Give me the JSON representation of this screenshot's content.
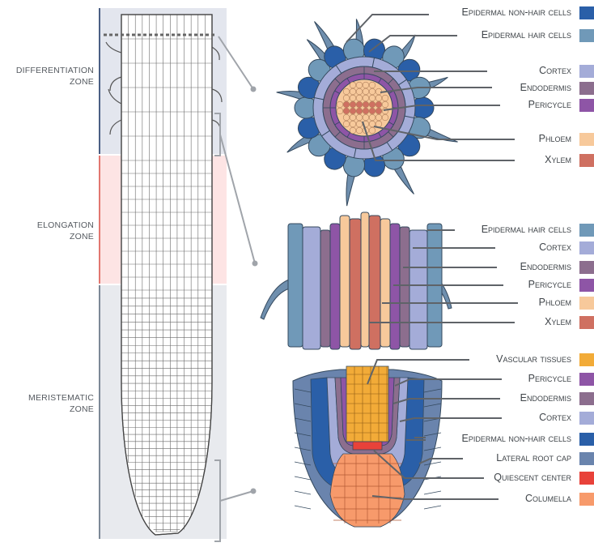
{
  "zones": [
    {
      "id": "differentiation",
      "lines": [
        "DIFFERENTIATION",
        "ZONE"
      ]
    },
    {
      "id": "elongation",
      "lines": [
        "ELONGATION",
        "ZONE"
      ]
    },
    {
      "id": "meristematic",
      "lines": [
        "MERISTEMATIC",
        "ZONE"
      ]
    }
  ],
  "colors": {
    "epidermal_non_hair": "#2a5fa8",
    "epidermal_hair": "#7099b8",
    "cortex": "#a4acd8",
    "endodermis": "#8c6e8e",
    "pericycle": "#8e55a6",
    "phloem": "#f7c99b",
    "xylem": "#cf7061",
    "vascular_tissues": "#f2ab38",
    "lateral_root_cap": "#6a84ad",
    "quiescent_center": "#e8423a",
    "columella": "#f79a6b",
    "zone_diff_bg": "#e3e6ee",
    "zone_elong_bg": "#fde4e4",
    "zone_mer_bg": "#e8eaee",
    "zone_diff_bar": "#4a5e84",
    "zone_elong_bar": "#e2776f",
    "zone_mer_bar": "#7c8896"
  },
  "legends": {
    "cross_section": [
      {
        "label": "Epidermal non-hair cells",
        "color": "#2a5fa8"
      },
      {
        "label": "Epidermal hair cells",
        "color": "#7099b8"
      },
      {
        "label": "Cortex",
        "color": "#a4acd8"
      },
      {
        "label": "Endodermis",
        "color": "#8c6e8e"
      },
      {
        "label": "Pericycle",
        "color": "#8e55a6"
      },
      {
        "label": "Phloem",
        "color": "#f7c99b"
      },
      {
        "label": "Xylem",
        "color": "#cf7061"
      }
    ],
    "longitudinal": [
      {
        "label": "Epidermal hair cells",
        "color": "#7099b8"
      },
      {
        "label": "Cortex",
        "color": "#a4acd8"
      },
      {
        "label": "Endodermis",
        "color": "#8c6e8e"
      },
      {
        "label": "Pericycle",
        "color": "#8e55a6"
      },
      {
        "label": "Phloem",
        "color": "#f7c99b"
      },
      {
        "label": "Xylem",
        "color": "#cf7061"
      }
    ],
    "root_tip": [
      {
        "label": "Vascular tissues",
        "color": "#f2ab38"
      },
      {
        "label": "Pericycle",
        "color": "#8e55a6"
      },
      {
        "label": "Endodermis",
        "color": "#8c6e8e"
      },
      {
        "label": "Cortex",
        "color": "#a4acd8"
      },
      {
        "label": "Epidermal non-hair cells",
        "color": "#2a5fa8"
      },
      {
        "label": "Lateral root cap",
        "color": "#6a84ad"
      },
      {
        "label": "Quiescent center",
        "color": "#e8423a"
      },
      {
        "label": "Columella",
        "color": "#f79a6b"
      }
    ]
  }
}
